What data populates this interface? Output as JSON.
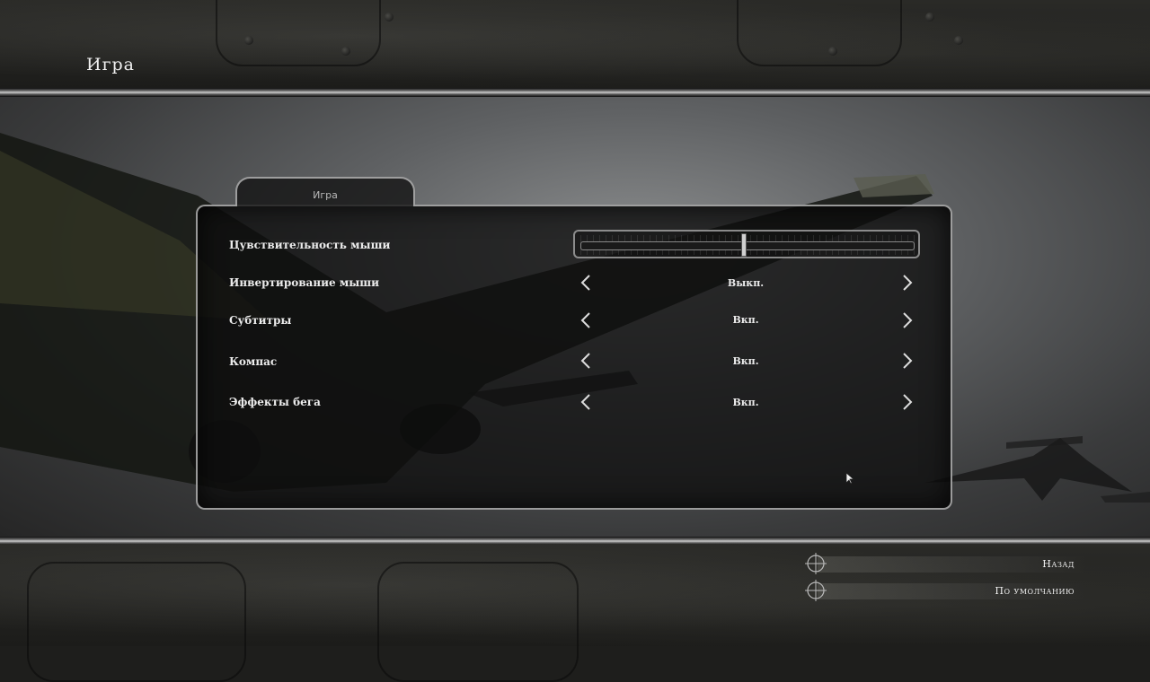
{
  "header": {
    "title": "Игра"
  },
  "panel": {
    "tab_label": "Игра"
  },
  "settings": {
    "mouse_sensitivity": {
      "label": "Цувствительность мыши",
      "value": 0.49
    },
    "invert_mouse": {
      "label": "Инвертирование мыши",
      "value": "Выкп."
    },
    "subtitles": {
      "label": "Субтитры",
      "value": "Вкп."
    },
    "compass": {
      "label": "Компас",
      "value": "Вкп."
    },
    "run_effects": {
      "label": "Эффекты бега",
      "value": "Вкп."
    }
  },
  "footer": {
    "back_label": "Назад",
    "default_label": "По умолчанию"
  },
  "colors": {
    "frame": "#c8c8c8",
    "text": "#ececec"
  }
}
